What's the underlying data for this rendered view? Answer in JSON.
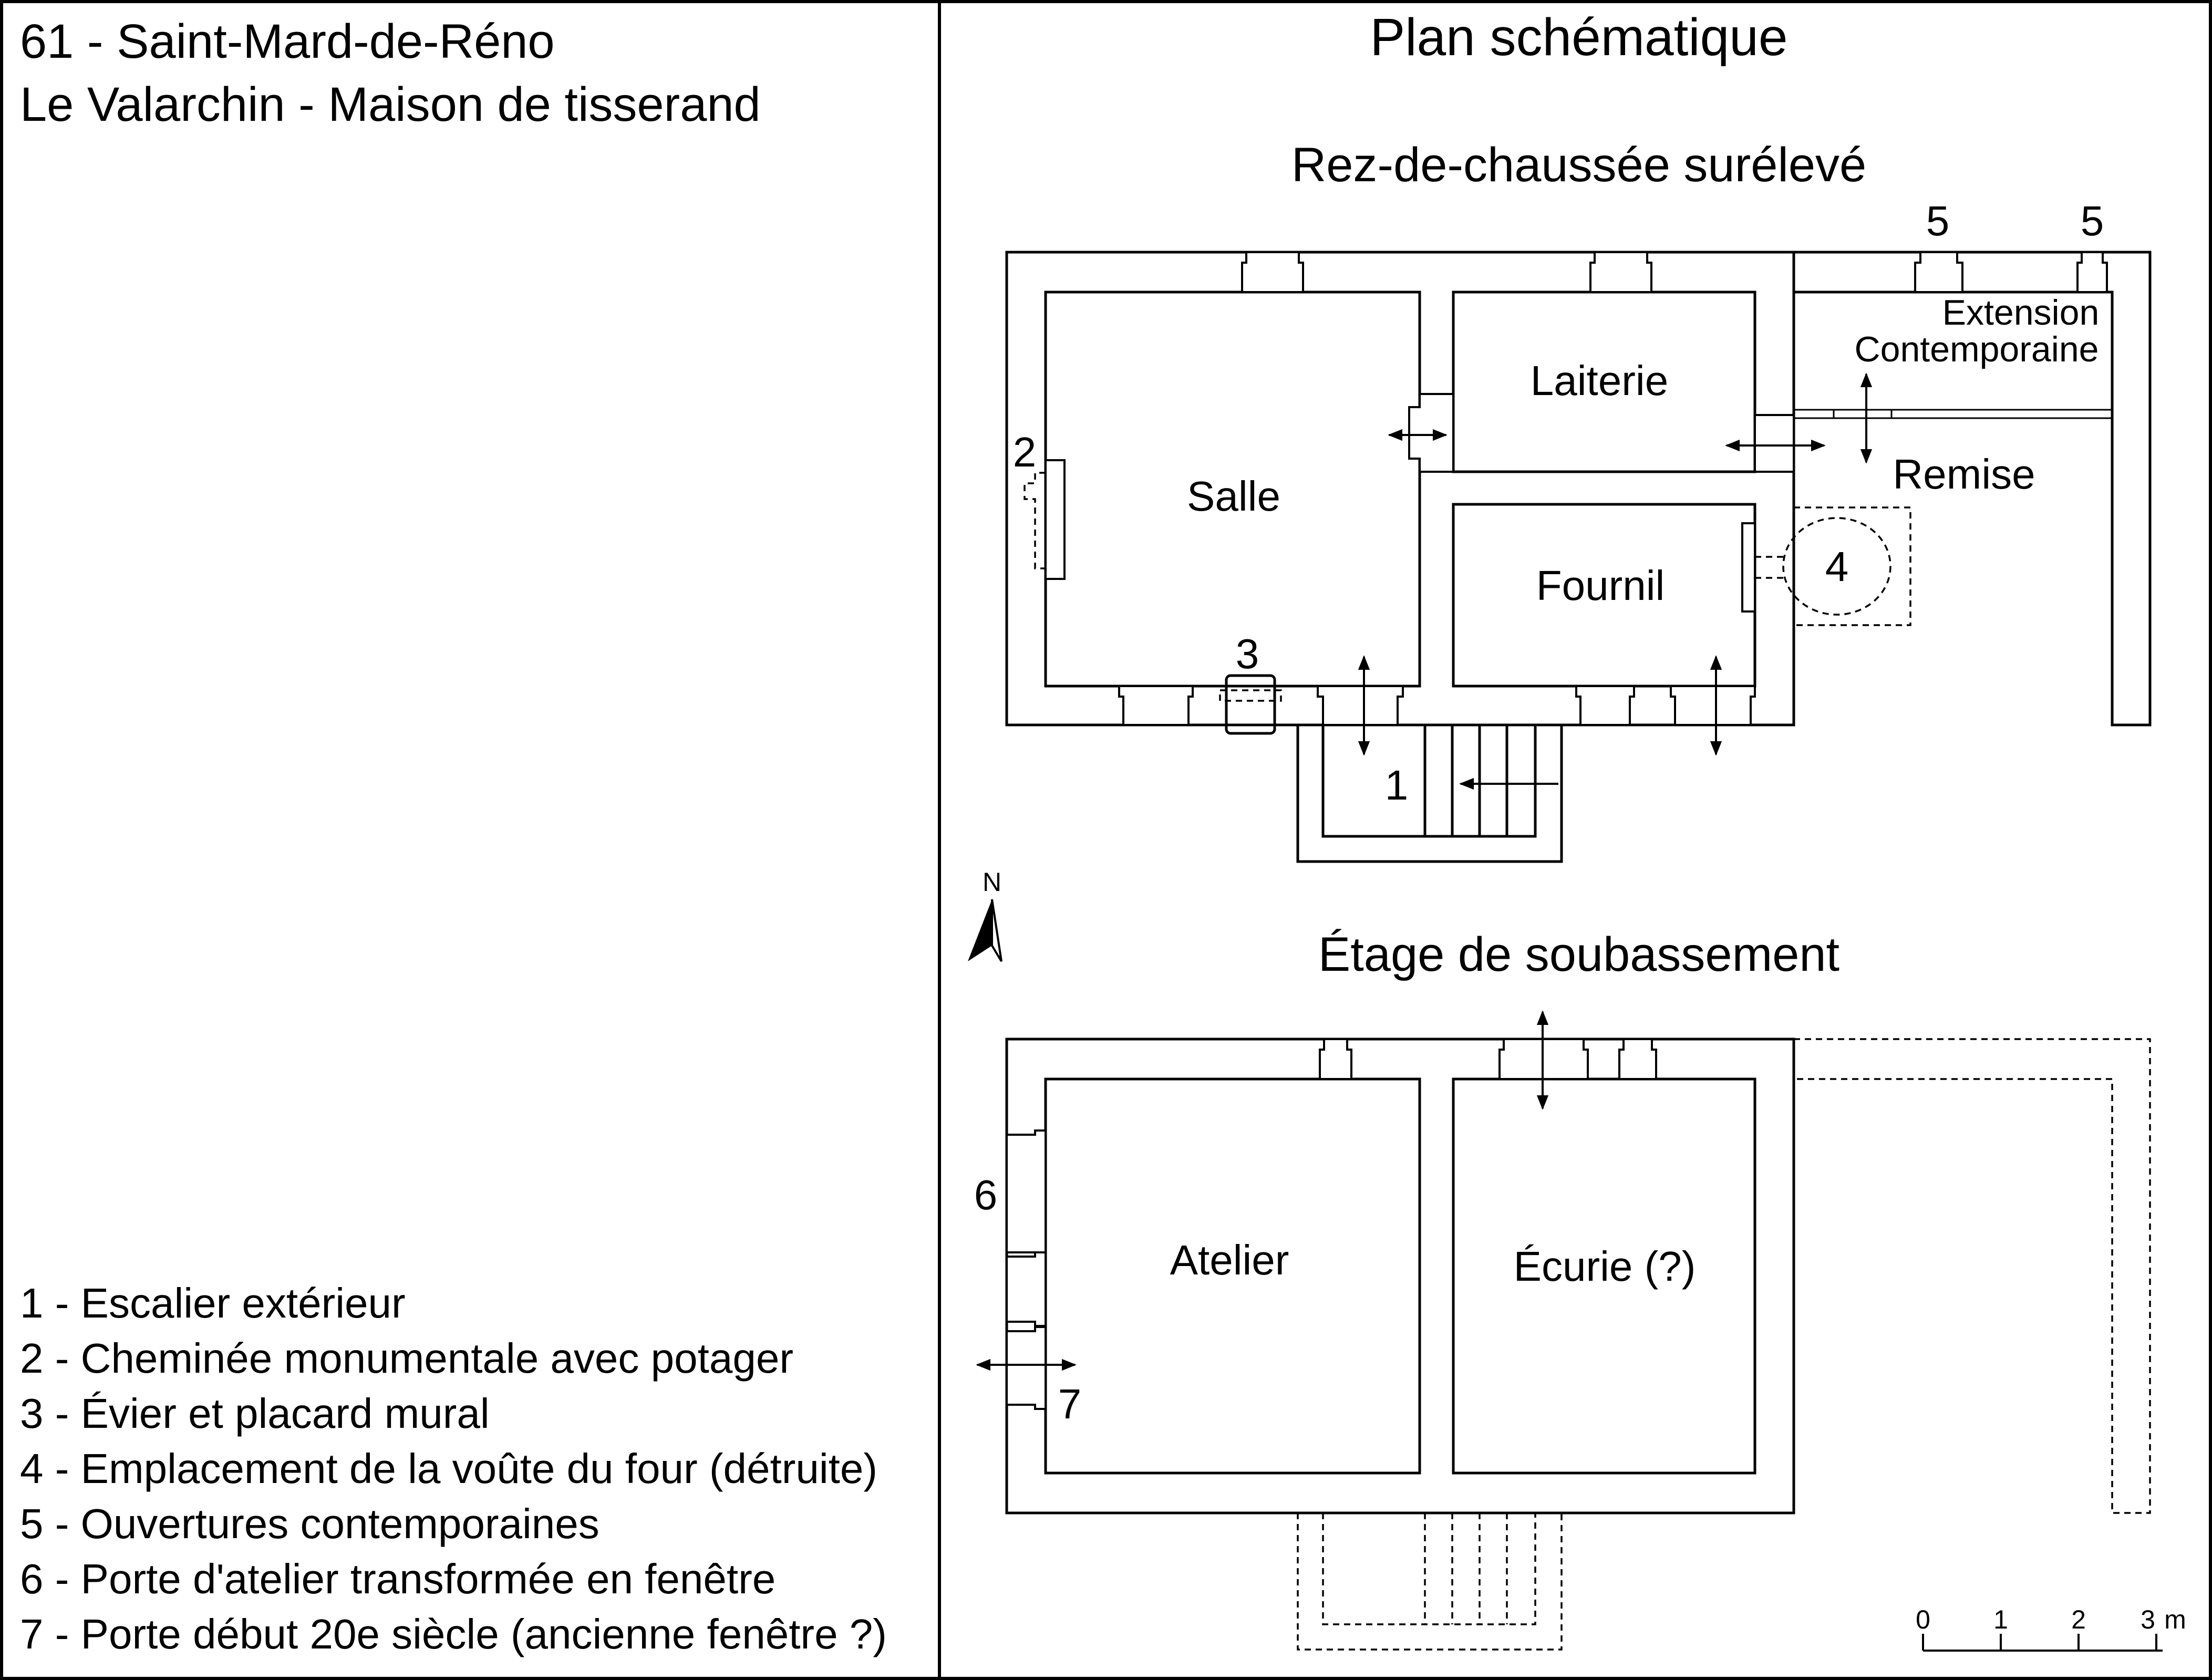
{
  "header": {
    "line1": "61 - Saint-Mard-de-Réno",
    "line2": "Le Valarchin - Maison de tisserand"
  },
  "plan": {
    "title": "Plan schématique",
    "ground_floor": {
      "title": "Rez-de-chaussée surélevé",
      "rooms": {
        "salle": "Salle",
        "laiterie": "Laiterie",
        "fournil": "Fournil",
        "remise": "Remise",
        "extension_line1": "Extension",
        "extension_line2": "Contemporaine"
      },
      "markers": {
        "m1": "1",
        "m2": "2",
        "m3": "3",
        "m4": "4",
        "m5a": "5",
        "m5b": "5"
      }
    },
    "basement": {
      "title": "Étage de soubassement",
      "rooms": {
        "atelier": "Atelier",
        "ecurie": "Écurie (?)"
      },
      "markers": {
        "m6": "6",
        "m7": "7"
      }
    },
    "north": "N",
    "scale": {
      "ticks": [
        "0",
        "1",
        "2",
        "3"
      ],
      "unit": "m"
    }
  },
  "legend": [
    "1 - Escalier extérieur",
    "2 - Cheminée monumentale avec potager",
    "3 - Évier et placard mural",
    "4 - Emplacement de la voûte du four (détruite)",
    "5 - Ouvertures contemporaines",
    "6 - Porte d'atelier transformée en fenêtre",
    "7 - Porte début 20e siècle (ancienne fenêtre ?)"
  ]
}
